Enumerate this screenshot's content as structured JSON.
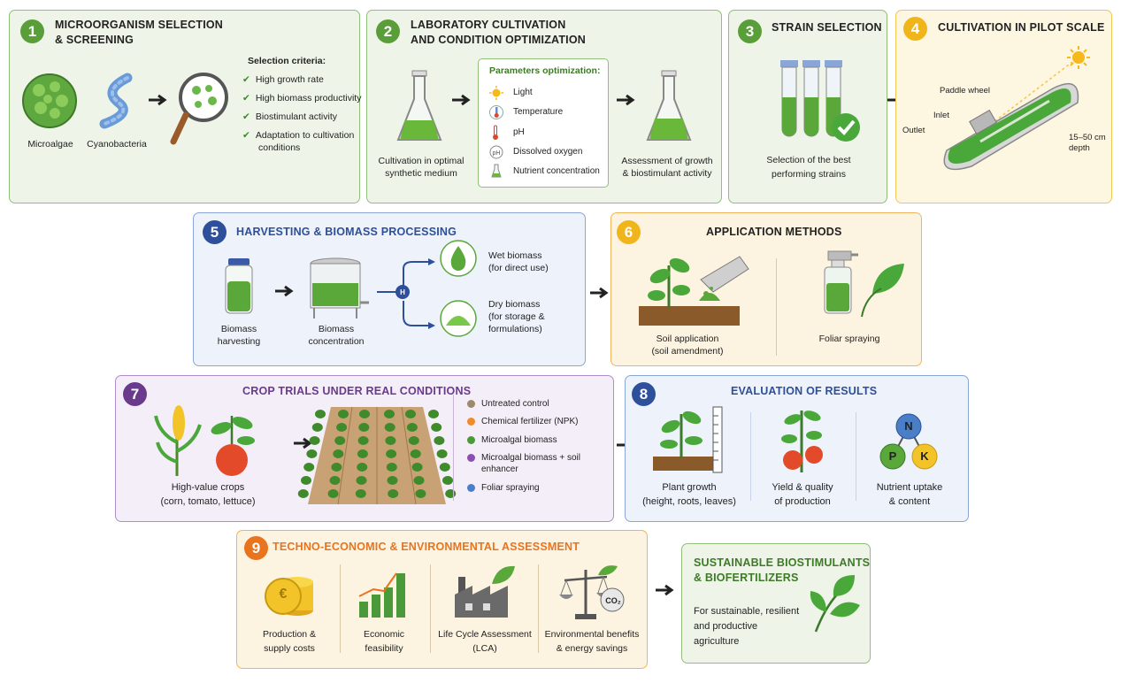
{
  "steps": {
    "s1": {
      "num": "1",
      "title_l1": "MICROORGANISM SELECTION",
      "title_l2": "& SCREENING",
      "microalgae": "Microalgae",
      "cyanobacteria": "Cyanobacteria",
      "criteria_title": "Selection criteria:",
      "criteria": [
        "High growth rate",
        "High biomass productivity",
        "Biostimulant activity",
        "Adaptation to cultivation",
        "conditions"
      ]
    },
    "s2": {
      "num": "2",
      "title_l1": "LABORATORY CULTIVATION",
      "title_l2": "AND CONDITION OPTIMIZATION",
      "cultivation_l1": "Cultivation in optimal",
      "cultivation_l2": "synthetic medium",
      "params_title": "Parameters optimization:",
      "params": [
        "Light",
        "Temperature",
        "pH",
        "Dissolved oxygen",
        "Nutrient concentration"
      ],
      "assessment_l1": "Assessment of growth",
      "assessment_l2": "& biostimulant activity"
    },
    "s3": {
      "num": "3",
      "title": "STRAIN SELECTION",
      "desc_l1": "Selection of the best",
      "desc_l2": "performing strains"
    },
    "s4": {
      "num": "4",
      "title": "CULTIVATION IN PILOT SCALE",
      "paddle": "Paddle wheel",
      "inlet": "Inlet",
      "outlet": "Outlet",
      "depth_l1": "15–50 cm",
      "depth_l2": "depth"
    },
    "s5": {
      "num": "5",
      "title": "HARVESTING & BIOMASS PROCESSING",
      "harvest_l1": "Biomass",
      "harvest_l2": "harvesting",
      "conc_l1": "Biomass",
      "conc_l2": "concentration",
      "h_label": "H",
      "wet_l1": "Wet biomass",
      "wet_l2": "(for direct use)",
      "dry_l1": "Dry biomass",
      "dry_l2": "(for storage &",
      "dry_l3": "formulations)"
    },
    "s6": {
      "num": "6",
      "title": "APPLICATION METHODS",
      "soil_l1": "Soil application",
      "soil_l2": "(soil amendment)",
      "foliar": "Foliar spraying"
    },
    "s7": {
      "num": "7",
      "title": "CROP TRIALS UNDER REAL CONDITIONS",
      "crops_l1": "High-value crops",
      "crops_l2": "(corn, tomato, lettuce)",
      "treatments": [
        {
          "label_l1": "Untreated control",
          "label_l2": "",
          "color": "#9c8a6e"
        },
        {
          "label_l1": "Chemical fertilizer (NPK)",
          "label_l2": "",
          "color": "#f08a2a"
        },
        {
          "label_l1": "Microalgal biomass",
          "label_l2": "",
          "color": "#4a9a3a"
        },
        {
          "label_l1": "Microalgal biomass + soil",
          "label_l2": "enhancer",
          "color": "#8a4fb0"
        },
        {
          "label_l1": "Foliar spraying",
          "label_l2": "",
          "color": "#4a7fc8"
        }
      ]
    },
    "s8": {
      "num": "8",
      "title": "EVALUATION OF RESULTS",
      "growth_l1": "Plant growth",
      "growth_l2": "(height, roots, leaves)",
      "yield_l1": "Yield & quality",
      "yield_l2": "of production",
      "nutrient_l1": "Nutrient uptake",
      "nutrient_l2": "& content",
      "n": "N",
      "p": "P",
      "k": "K"
    },
    "s9": {
      "num": "9",
      "title": "TECHNO-ECONOMIC & ENVIRONMENTAL ASSESSMENT",
      "cost_l1": "Production &",
      "cost_l2": "supply costs",
      "econ_l1": "Economic",
      "econ_l2": "feasibility",
      "lca_l1": "Life Cycle Assessment",
      "lca_l2": "(LCA)",
      "env_l1": "Environmental benefits",
      "env_l2": "& energy savings",
      "co2": "CO₂",
      "euro": "€"
    },
    "final": {
      "title_l1": "SUSTAINABLE BIOSTIMULANTS",
      "title_l2": "& BIOFERTILIZERS",
      "desc_l1": "For sustainable, resilient",
      "desc_l2": "and productive",
      "desc_l3": "agriculture"
    }
  },
  "colors": {
    "green_accent": "#5a9e3a",
    "yellow_accent": "#f0b51a",
    "blue_accent": "#2e4f9a",
    "orange_accent": "#e8741f",
    "purple_accent": "#6a3a8c"
  }
}
